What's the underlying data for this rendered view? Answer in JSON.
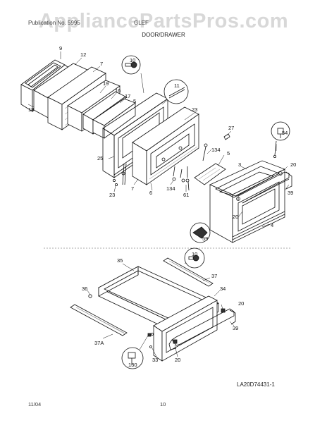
{
  "watermark": "AppliancePartsPros.com",
  "header": {
    "left": "Publication No. 5995",
    "model": "GLEF",
    "section": "DOOR/DRAWER"
  },
  "figure_code": "LA20D74431-1",
  "footer": {
    "date": "11/04",
    "page": "10"
  },
  "callouts": {
    "c9": "9",
    "c12": "12",
    "c7a": "7",
    "c18": "18",
    "c19": "19",
    "c16": "16",
    "c17": "17",
    "c5a": "5",
    "c10a": "10",
    "c11": "11",
    "c23a": "23",
    "c27": "27",
    "c54": "54",
    "c25": "25",
    "c134a": "134",
    "c5b": "5",
    "c3": "3",
    "c20a": "20",
    "c39a": "39",
    "c23b": "23",
    "c7b": "7",
    "c6": "6",
    "c134b": "134",
    "c61": "61",
    "c20b": "20",
    "c4": "4",
    "c59": "59",
    "c35": "35",
    "c10b": "10",
    "c37": "37",
    "c36": "36",
    "c34": "34",
    "c20c": "20",
    "c39b": "39",
    "c37a": "37A",
    "c130": "130",
    "c33": "33",
    "c20d": "20"
  }
}
